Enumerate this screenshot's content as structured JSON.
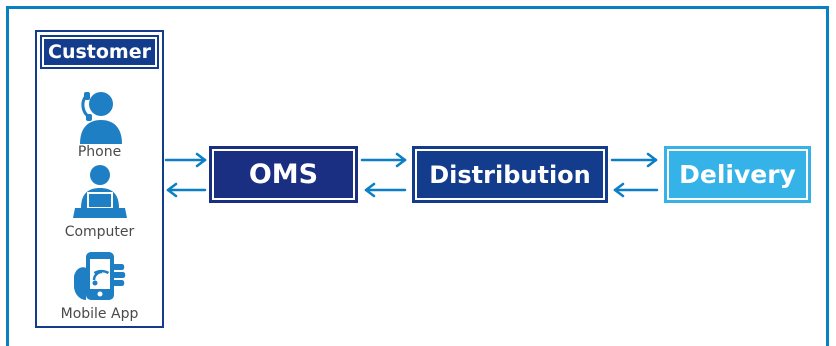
{
  "customer": {
    "title": "Customer",
    "devices": [
      {
        "label": "Phone",
        "icon": "phone-user-icon"
      },
      {
        "label": "Computer",
        "icon": "computer-user-icon"
      },
      {
        "label": "Mobile App",
        "icon": "mobile-app-icon"
      }
    ]
  },
  "flow": {
    "nodes": [
      {
        "label": "OMS",
        "color": "#1a2e82"
      },
      {
        "label": "Distribution",
        "color": "#143c8c"
      },
      {
        "label": "Delivery",
        "color": "#35b3e8"
      }
    ]
  },
  "colors": {
    "frame": "#0a7fc4",
    "customer_dark": "#143c8c",
    "arrow": "#0a7fc4",
    "icon": "#1f7fc4"
  }
}
